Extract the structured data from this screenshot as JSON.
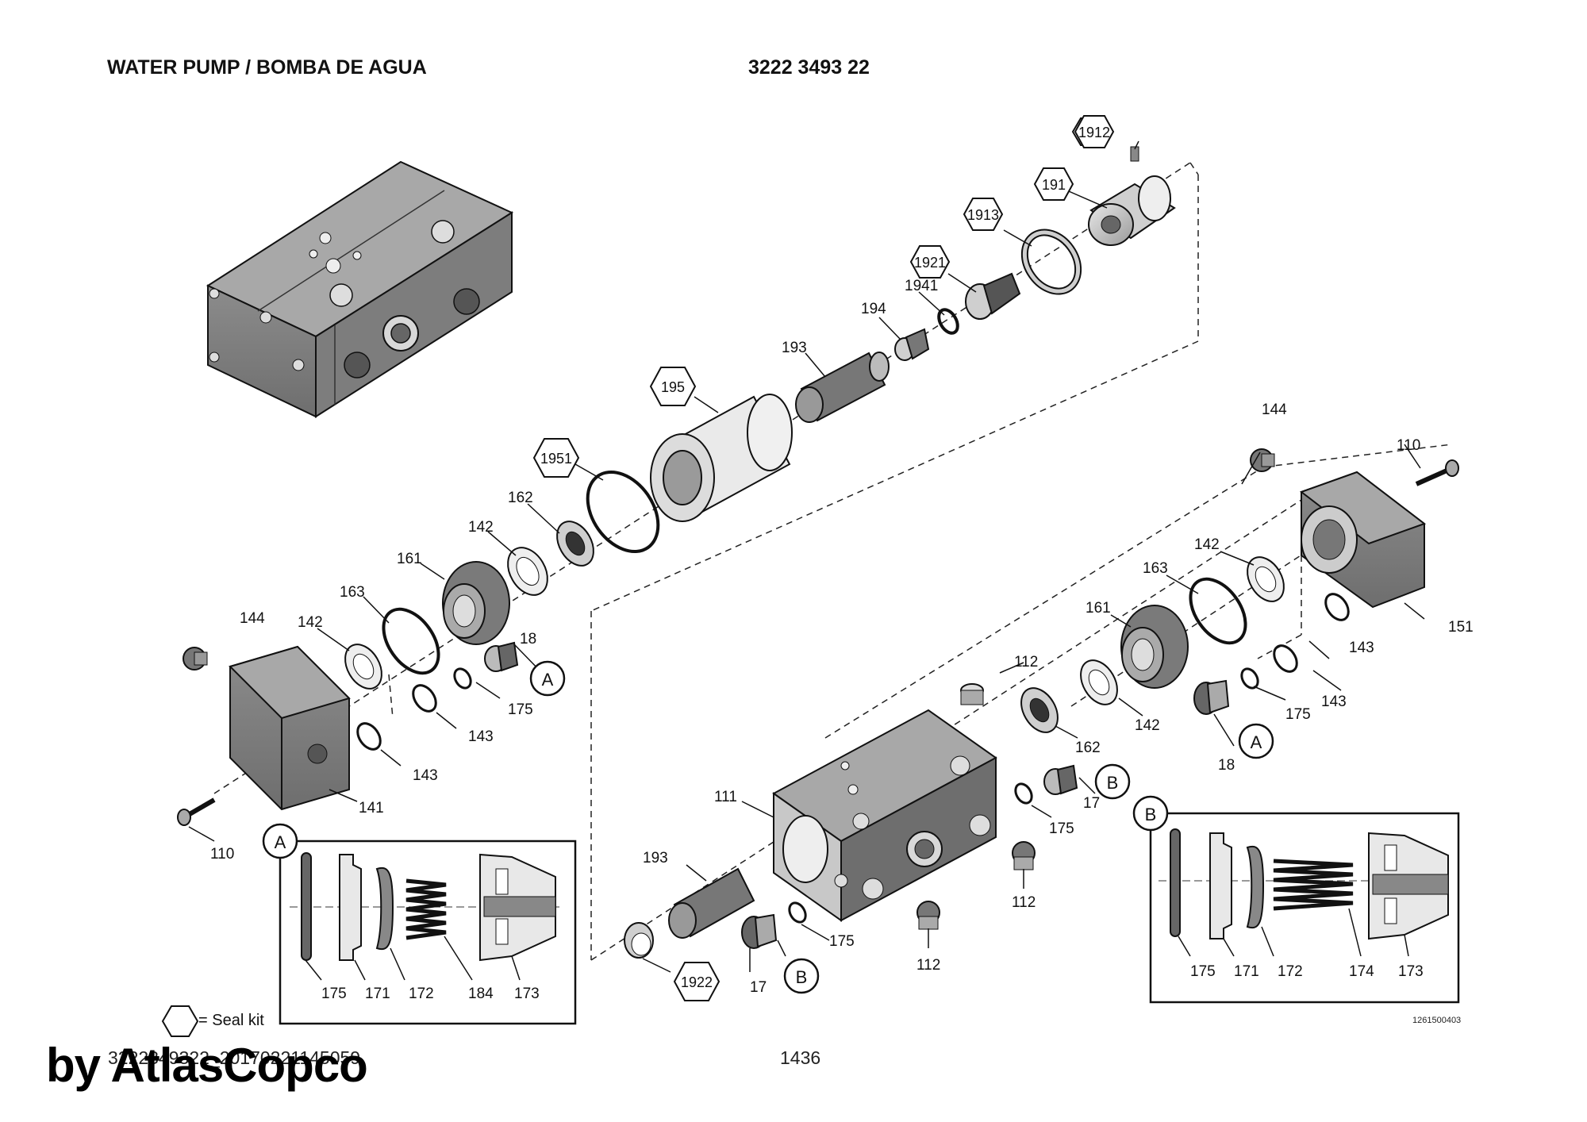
{
  "header": {
    "title": "WATER PUMP / BOMBA DE AGUA",
    "part_number": "3222 3493 22"
  },
  "legend": {
    "seal_kit_label": "= Seal kit"
  },
  "footer": {
    "document_id": "3222349322_20170221145059",
    "page_number": "1436",
    "brand": "by AtlasCopco",
    "drawing_number": "1261500403"
  },
  "detail_labels": {
    "a": "A",
    "b": "B"
  },
  "callouts": {
    "c1912": "1912",
    "c191": "191",
    "c1913": "1913",
    "c1921": "1921",
    "c1941": "1941",
    "c194": "194",
    "c193": "193",
    "c195": "195",
    "c1951": "1951",
    "c162": "162",
    "c142": "142",
    "c161": "161",
    "c163": "163",
    "c144": "144",
    "c18": "18",
    "c175": "175",
    "c143": "143",
    "c141": "141",
    "c110": "110",
    "c112": "112",
    "c111": "111",
    "c17": "17",
    "c1922": "1922",
    "c151": "151",
    "c171": "171",
    "c172": "172",
    "c173": "173",
    "c174": "174",
    "c184": "184"
  },
  "colors": {
    "part_fill": "#7b7b7b",
    "part_dark": "#4a4a4a",
    "part_light": "#d9d9d9",
    "line": "#111111"
  }
}
